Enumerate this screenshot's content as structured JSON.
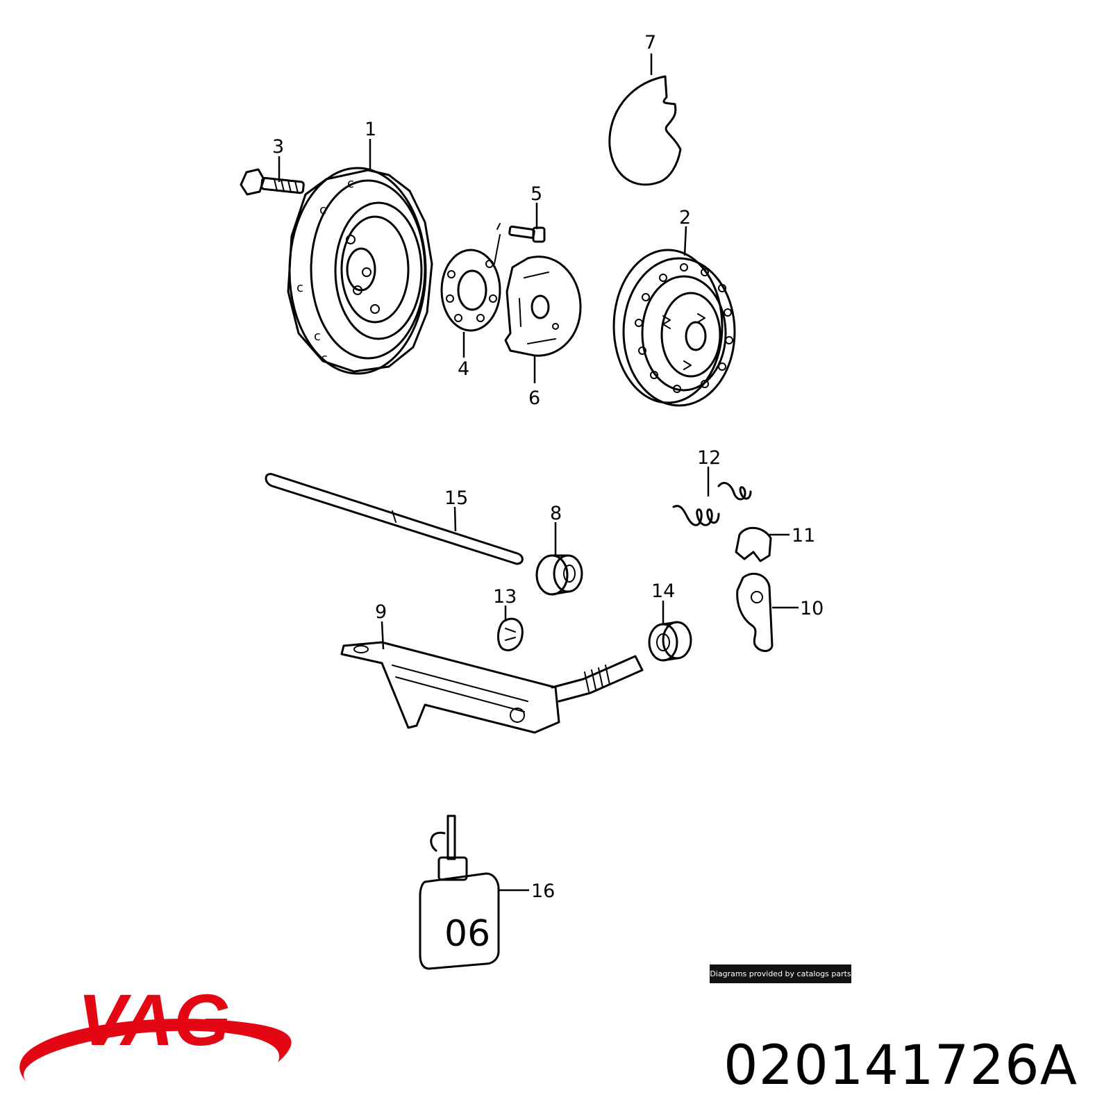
{
  "diagram": {
    "callouts": [
      {
        "id": "1",
        "label": "1"
      },
      {
        "id": "2",
        "label": "2"
      },
      {
        "id": "3",
        "label": "3"
      },
      {
        "id": "4",
        "label": "4"
      },
      {
        "id": "5",
        "label": "5"
      },
      {
        "id": "6",
        "label": "6"
      },
      {
        "id": "7",
        "label": "7"
      },
      {
        "id": "8",
        "label": "8"
      },
      {
        "id": "9",
        "label": "9"
      },
      {
        "id": "10",
        "label": "10"
      },
      {
        "id": "11",
        "label": "11"
      },
      {
        "id": "12",
        "label": "12"
      },
      {
        "id": "13",
        "label": "13"
      },
      {
        "id": "14",
        "label": "14"
      },
      {
        "id": "15",
        "label": "15"
      },
      {
        "id": "16",
        "label": "16"
      }
    ],
    "bottle_marking": "06"
  },
  "banner": {
    "text": "Diagrams provided by catalogs parts"
  },
  "brand": {
    "logo_text": "VAG",
    "color": "#e30613"
  },
  "part_number": "020141726A"
}
